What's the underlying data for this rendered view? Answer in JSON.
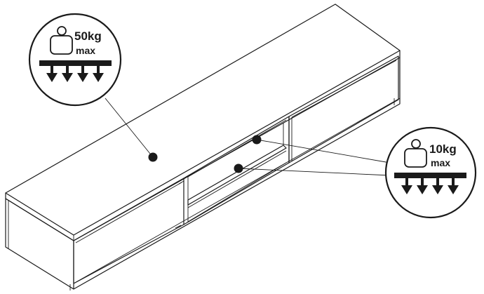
{
  "callouts": {
    "top_surface": {
      "weight": "50kg",
      "suffix": "max"
    },
    "shelf": {
      "weight": "10kg",
      "suffix": "max"
    }
  },
  "colors": {
    "ink": "#1a1a1a",
    "paper": "#ffffff"
  },
  "icons": [
    "weight-icon",
    "load-arrows-icon"
  ]
}
